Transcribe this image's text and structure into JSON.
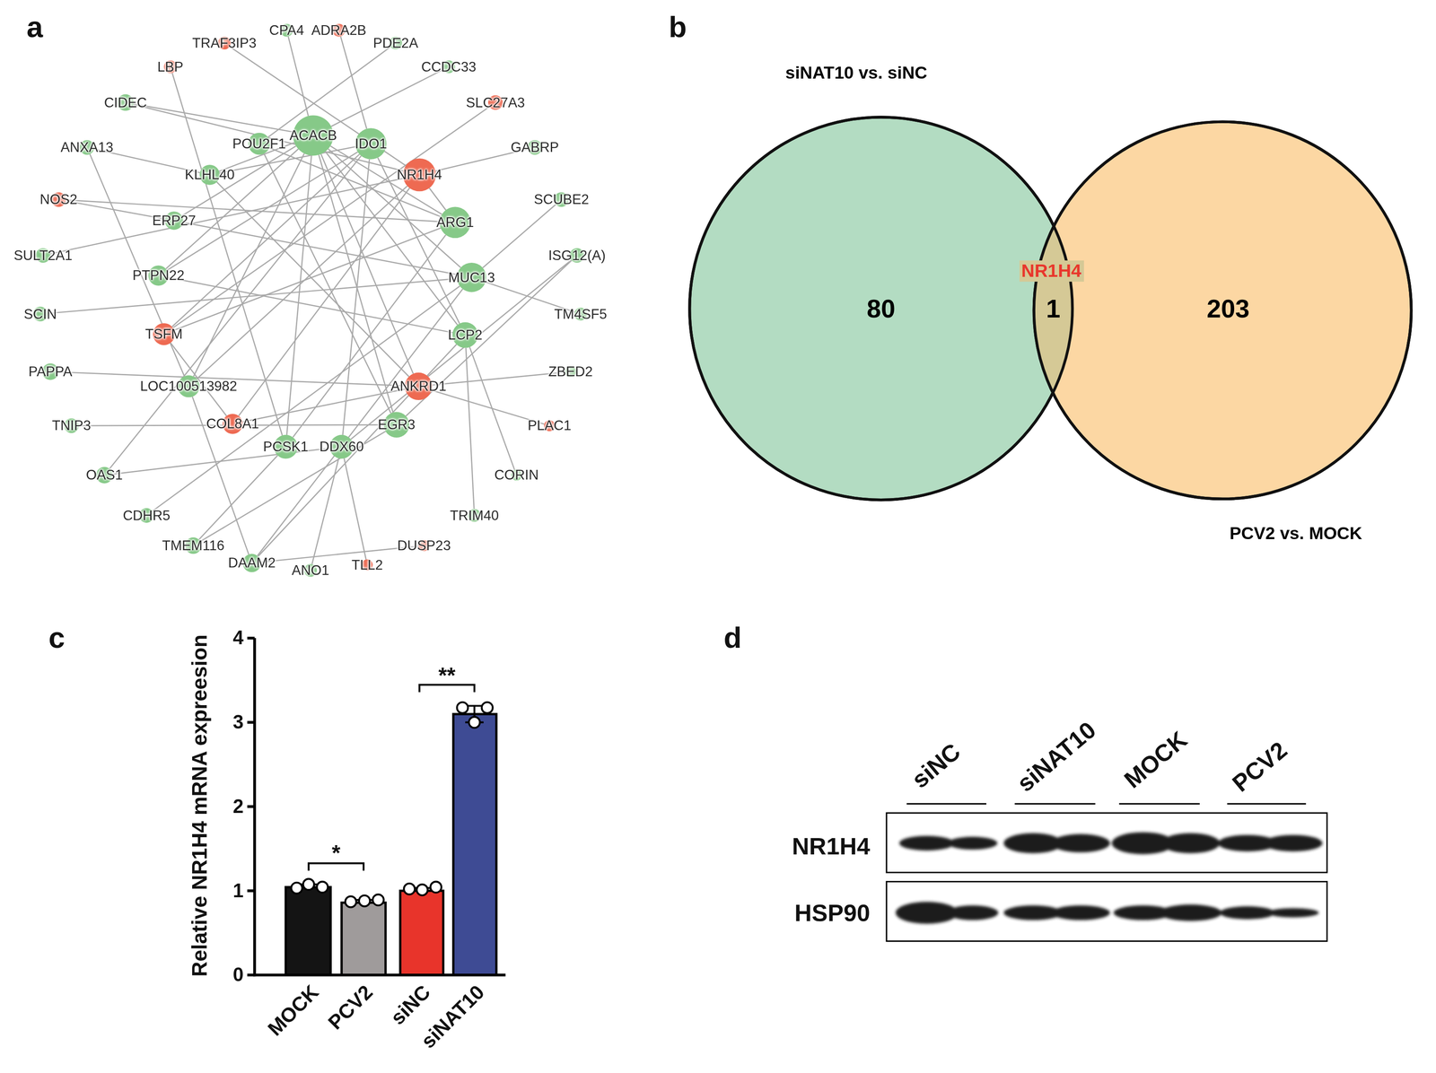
{
  "diagram": {
    "nodes": [
      {
        "text": [
          "TRAF3IP3"
        ]
      },
      {
        "text": [
          "CPA4"
        ]
      },
      {
        "text": [
          "ADRA2B"
        ]
      },
      {
        "text": [
          "PDE2A"
        ]
      },
      {
        "text": [
          "LBP"
        ]
      },
      {
        "text": [
          "CCDC33"
        ]
      },
      {
        "text": [
          "CIDEC"
        ]
      },
      {
        "text": [
          "SLC27A3"
        ]
      },
      {
        "text": [
          "ACACB"
        ]
      },
      {
        "text": [
          "IDO1"
        ]
      },
      {
        "text": [
          "POU2F1"
        ]
      },
      {
        "text": [
          "ANXA13"
        ]
      },
      {
        "text": [
          "GABRP"
        ]
      },
      {
        "text": [
          "NR1H4"
        ]
      },
      {
        "text": [
          "KLHL40"
        ]
      },
      {
        "text": [
          "NOS2"
        ]
      },
      {
        "text": [
          "SCUBE2"
        ]
      },
      {
        "text": [
          "ERP27"
        ]
      },
      {
        "text": [
          "ARG1"
        ]
      },
      {
        "text": [
          "SULT2A1"
        ]
      },
      {
        "text": [
          "ISG12(A)"
        ]
      },
      {
        "text": [
          "PTPN22"
        ]
      },
      {
        "text": [
          "MUC13"
        ]
      },
      {
        "text": [
          "SCIN"
        ]
      },
      {
        "text": [
          "TM4SF5"
        ]
      },
      {
        "text": [
          "TSFM"
        ]
      },
      {
        "text": [
          "LCP2"
        ]
      },
      {
        "text": [
          "PAPPA"
        ]
      },
      {
        "text": [
          "ZBED2"
        ]
      },
      {
        "text": [
          "LOC100513982"
        ]
      },
      {
        "text": [
          "ANKRD1"
        ]
      },
      {
        "text": [
          "TNIP3"
        ]
      },
      {
        "text": [
          "COL8A1"
        ]
      },
      {
        "text": [
          "PLAC1"
        ]
      },
      {
        "text": [
          "PCSK1"
        ]
      },
      {
        "text": [
          "DDX60"
        ]
      },
      {
        "text": [
          "EGR3"
        ]
      },
      {
        "text": [
          "OAS1"
        ]
      },
      {
        "text": [
          "CORIN"
        ]
      },
      {
        "text": [
          "CDHR5"
        ]
      },
      {
        "text": [
          "TRIM40"
        ]
      },
      {
        "text": [
          "TMEM116"
        ]
      },
      {
        "text": [
          "DUSP23"
        ]
      },
      {
        "text": [
          "DAAM2"
        ]
      },
      {
        "text": [
          "ANO1"
        ]
      },
      {
        "text": [
          "TLL2"
        ]
      },
      {
        "text": [
          "siNAT10 vs. siNC",
          "80"
        ]
      },
      {
        "text": [
          "PCV2 vs. MOCK",
          "203"
        ]
      },
      {
        "text": [
          "NR1H4",
          "1"
        ]
      }
    ],
    "edges": [
      {
        "from": 8,
        "to": 6,
        "arrow": "none"
      },
      {
        "from": 8,
        "to": 1,
        "arrow": "none"
      },
      {
        "from": 8,
        "to": 14,
        "arrow": "none"
      },
      {
        "from": 8,
        "to": 17,
        "arrow": "none"
      },
      {
        "from": 8,
        "to": 21,
        "arrow": "none"
      },
      {
        "from": 8,
        "to": 22,
        "arrow": "none"
      },
      {
        "from": 8,
        "to": 26,
        "arrow": "none"
      },
      {
        "from": 8,
        "to": 29,
        "arrow": "none"
      },
      {
        "from": 8,
        "to": 30,
        "arrow": "none"
      },
      {
        "from": 8,
        "to": 34,
        "arrow": "none"
      },
      {
        "from": 8,
        "to": 36,
        "arrow": "none"
      },
      {
        "from": 8,
        "to": 5,
        "arrow": "none"
      },
      {
        "from": 8,
        "to": 18,
        "arrow": "none"
      },
      {
        "from": 9,
        "to": 2,
        "arrow": "none"
      },
      {
        "from": 9,
        "to": 14,
        "arrow": "none"
      },
      {
        "from": 9,
        "to": 21,
        "arrow": "none"
      },
      {
        "from": 9,
        "to": 25,
        "arrow": "none"
      },
      {
        "from": 9,
        "to": 35,
        "arrow": "none"
      },
      {
        "from": 9,
        "to": 37,
        "arrow": "none"
      },
      {
        "from": 9,
        "to": 26,
        "arrow": "none"
      },
      {
        "from": 13,
        "to": 0,
        "arrow": "none"
      },
      {
        "from": 13,
        "to": 12,
        "arrow": "none"
      },
      {
        "from": 13,
        "to": 6,
        "arrow": "none"
      },
      {
        "from": 13,
        "to": 19,
        "arrow": "none"
      },
      {
        "from": 13,
        "to": 29,
        "arrow": "none"
      },
      {
        "from": 13,
        "to": 32,
        "arrow": "none"
      },
      {
        "from": 13,
        "to": 18,
        "arrow": "none"
      },
      {
        "from": 18,
        "to": 15,
        "arrow": "none"
      },
      {
        "from": 18,
        "to": 10,
        "arrow": "none"
      },
      {
        "from": 18,
        "to": 34,
        "arrow": "none"
      },
      {
        "from": 18,
        "to": 25,
        "arrow": "none"
      },
      {
        "from": 22,
        "to": 23,
        "arrow": "none"
      },
      {
        "from": 22,
        "to": 39,
        "arrow": "none"
      },
      {
        "from": 22,
        "to": 24,
        "arrow": "none"
      },
      {
        "from": 22,
        "to": 17,
        "arrow": "none"
      },
      {
        "from": 22,
        "to": 43,
        "arrow": "none"
      },
      {
        "from": 26,
        "to": 21,
        "arrow": "none"
      },
      {
        "from": 26,
        "to": 40,
        "arrow": "none"
      },
      {
        "from": 26,
        "to": 43,
        "arrow": "none"
      },
      {
        "from": 30,
        "to": 27,
        "arrow": "none"
      },
      {
        "from": 30,
        "to": 28,
        "arrow": "none"
      },
      {
        "from": 30,
        "to": 32,
        "arrow": "none"
      },
      {
        "from": 30,
        "to": 14,
        "arrow": "none"
      },
      {
        "from": 36,
        "to": 31,
        "arrow": "none"
      },
      {
        "from": 36,
        "to": 10,
        "arrow": "none"
      },
      {
        "from": 36,
        "to": 41,
        "arrow": "none"
      },
      {
        "from": 36,
        "to": 20,
        "arrow": "none"
      },
      {
        "from": 35,
        "to": 37,
        "arrow": "none"
      },
      {
        "from": 35,
        "to": 20,
        "arrow": "none"
      },
      {
        "from": 35,
        "to": 44,
        "arrow": "none"
      },
      {
        "from": 35,
        "to": 45,
        "arrow": "none"
      },
      {
        "from": 34,
        "to": 4,
        "arrow": "none"
      },
      {
        "from": 34,
        "to": 41,
        "arrow": "none"
      },
      {
        "from": 38,
        "to": 26,
        "arrow": "none"
      },
      {
        "from": 29,
        "to": 11,
        "arrow": "none"
      },
      {
        "from": 29,
        "to": 43,
        "arrow": "none"
      },
      {
        "from": 25,
        "to": 32,
        "arrow": "none"
      },
      {
        "from": 10,
        "to": 3,
        "arrow": "none"
      },
      {
        "from": 17,
        "to": 15,
        "arrow": "none"
      },
      {
        "from": 14,
        "to": 11,
        "arrow": "none"
      },
      {
        "from": 42,
        "to": 43,
        "arrow": "none"
      },
      {
        "from": 7,
        "to": 25,
        "arrow": "none"
      },
      {
        "from": 16,
        "to": 22,
        "arrow": "none"
      },
      {
        "from": 33,
        "to": 30,
        "arrow": "none"
      }
    ],
    "labels": [
      "a",
      "b",
      "c",
      "d",
      "4",
      "3",
      "2",
      "1",
      "0",
      "Relative NR1H4 mRNA expreesion",
      "MOCK",
      "PCV2",
      "siNC",
      "siNAT10",
      "*",
      "**",
      "siNC",
      "siNAT10",
      "MOCK",
      "PCV2",
      "NR1H4",
      "HSP90"
    ]
  }
}
